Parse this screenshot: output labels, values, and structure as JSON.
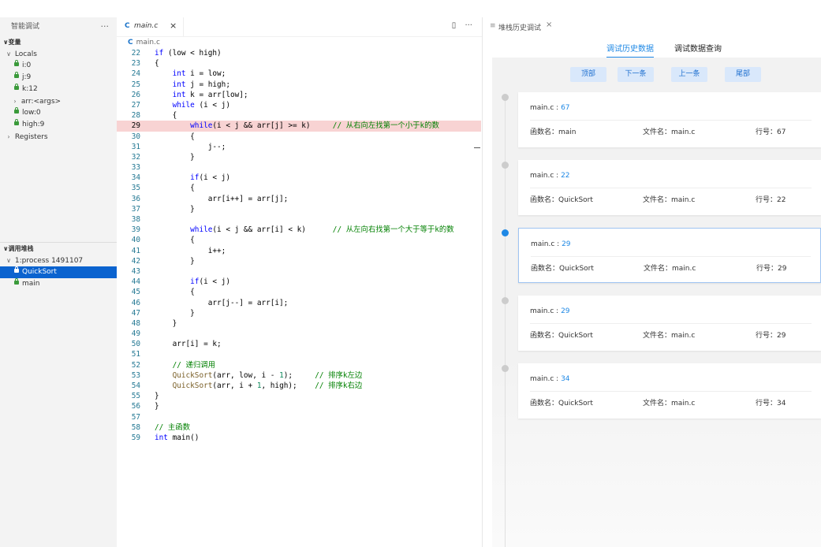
{
  "sidebar": {
    "title": "智能调试",
    "more": "···",
    "variables_title": "变量",
    "locals_label": "Locals",
    "locals": [
      {
        "text": "i:0"
      },
      {
        "text": "j:9"
      },
      {
        "text": "k:12"
      },
      {
        "text": "arr:<args>"
      },
      {
        "text": "low:0"
      },
      {
        "text": "high:9"
      }
    ],
    "registers_label": "Registers",
    "callstack_title": "调用堆栈",
    "process_label": "1:process 1491107",
    "frames": [
      {
        "text": "QuickSort"
      },
      {
        "text": "main"
      }
    ]
  },
  "editor": {
    "tab_icon": "C",
    "tab_name": "main.c",
    "tab_close": "×",
    "split_icon": "▯",
    "more": "···",
    "breadcrumb": "main.c",
    "lines": [
      {
        "n": "22",
        "t": "if (low < high)"
      },
      {
        "n": "23",
        "t": "{"
      },
      {
        "n": "24",
        "t": "    int i = low;"
      },
      {
        "n": "25",
        "t": "    int j = high;"
      },
      {
        "n": "26",
        "t": "    int k = arr[low];"
      },
      {
        "n": "27",
        "t": "    while (i < j)"
      },
      {
        "n": "28",
        "t": "    {"
      },
      {
        "n": "29",
        "t": "        while(i < j && arr[j] >= k)     // 从右向左找第一个小于k的数"
      },
      {
        "n": "30",
        "t": "        {"
      },
      {
        "n": "31",
        "t": "            j--;"
      },
      {
        "n": "32",
        "t": "        }"
      },
      {
        "n": "33",
        "t": ""
      },
      {
        "n": "34",
        "t": "        if(i < j)"
      },
      {
        "n": "35",
        "t": "        {"
      },
      {
        "n": "36",
        "t": "            arr[i++] = arr[j];"
      },
      {
        "n": "37",
        "t": "        }"
      },
      {
        "n": "38",
        "t": ""
      },
      {
        "n": "39",
        "t": "        while(i < j && arr[i] < k)      // 从左向右找第一个大于等于k的数"
      },
      {
        "n": "40",
        "t": "        {"
      },
      {
        "n": "41",
        "t": "            i++;"
      },
      {
        "n": "42",
        "t": "        }"
      },
      {
        "n": "43",
        "t": ""
      },
      {
        "n": "44",
        "t": "        if(i < j)"
      },
      {
        "n": "45",
        "t": "        {"
      },
      {
        "n": "46",
        "t": "            arr[j--] = arr[i];"
      },
      {
        "n": "47",
        "t": "        }"
      },
      {
        "n": "48",
        "t": "    }"
      },
      {
        "n": "49",
        "t": ""
      },
      {
        "n": "50",
        "t": "    arr[i] = k;"
      },
      {
        "n": "51",
        "t": ""
      },
      {
        "n": "52",
        "t": "    // 递归调用"
      },
      {
        "n": "53",
        "t": "    QuickSort(arr, low, i - 1);     // 排序k左边"
      },
      {
        "n": "54",
        "t": "    QuickSort(arr, i + 1, high);    // 排序k右边"
      },
      {
        "n": "55",
        "t": "}"
      },
      {
        "n": "56",
        "t": "}"
      },
      {
        "n": "57",
        "t": ""
      },
      {
        "n": "58",
        "t": "// 主函数"
      },
      {
        "n": "59",
        "t": "int main()"
      }
    ],
    "highlighted_line": "29"
  },
  "right": {
    "tab_icon": "≡",
    "tab_title": "堆栈历史调试",
    "tab_close": "×",
    "subtabs": [
      "调试历史数据",
      "调试数据查询"
    ],
    "buttons": [
      "顶部",
      "下一条",
      "上一条",
      "尾部"
    ],
    "func_label": "函数名：",
    "file_label": "文件名：",
    "line_label": "行号：",
    "entries": [
      {
        "file": "main.c",
        "sep": " : ",
        "line": "67",
        "func": "main",
        "fname": "main.c"
      },
      {
        "file": "main.c",
        "sep": " : ",
        "line": "22",
        "func": "QuickSort",
        "fname": "main.c"
      },
      {
        "file": "main.c",
        "sep": " : ",
        "line": "29",
        "func": "QuickSort",
        "fname": "main.c"
      },
      {
        "file": "main.c",
        "sep": " : ",
        "line": "29",
        "func": "QuickSort",
        "fname": "main.c"
      },
      {
        "file": "main.c",
        "sep": " : ",
        "line": "34",
        "func": "QuickSort",
        "fname": "main.c"
      }
    ],
    "active_entry": 2
  },
  "colors": {
    "accent": "#1e88e5",
    "selection": "#0b63cf",
    "line_highlight": "#f8d3d3"
  }
}
